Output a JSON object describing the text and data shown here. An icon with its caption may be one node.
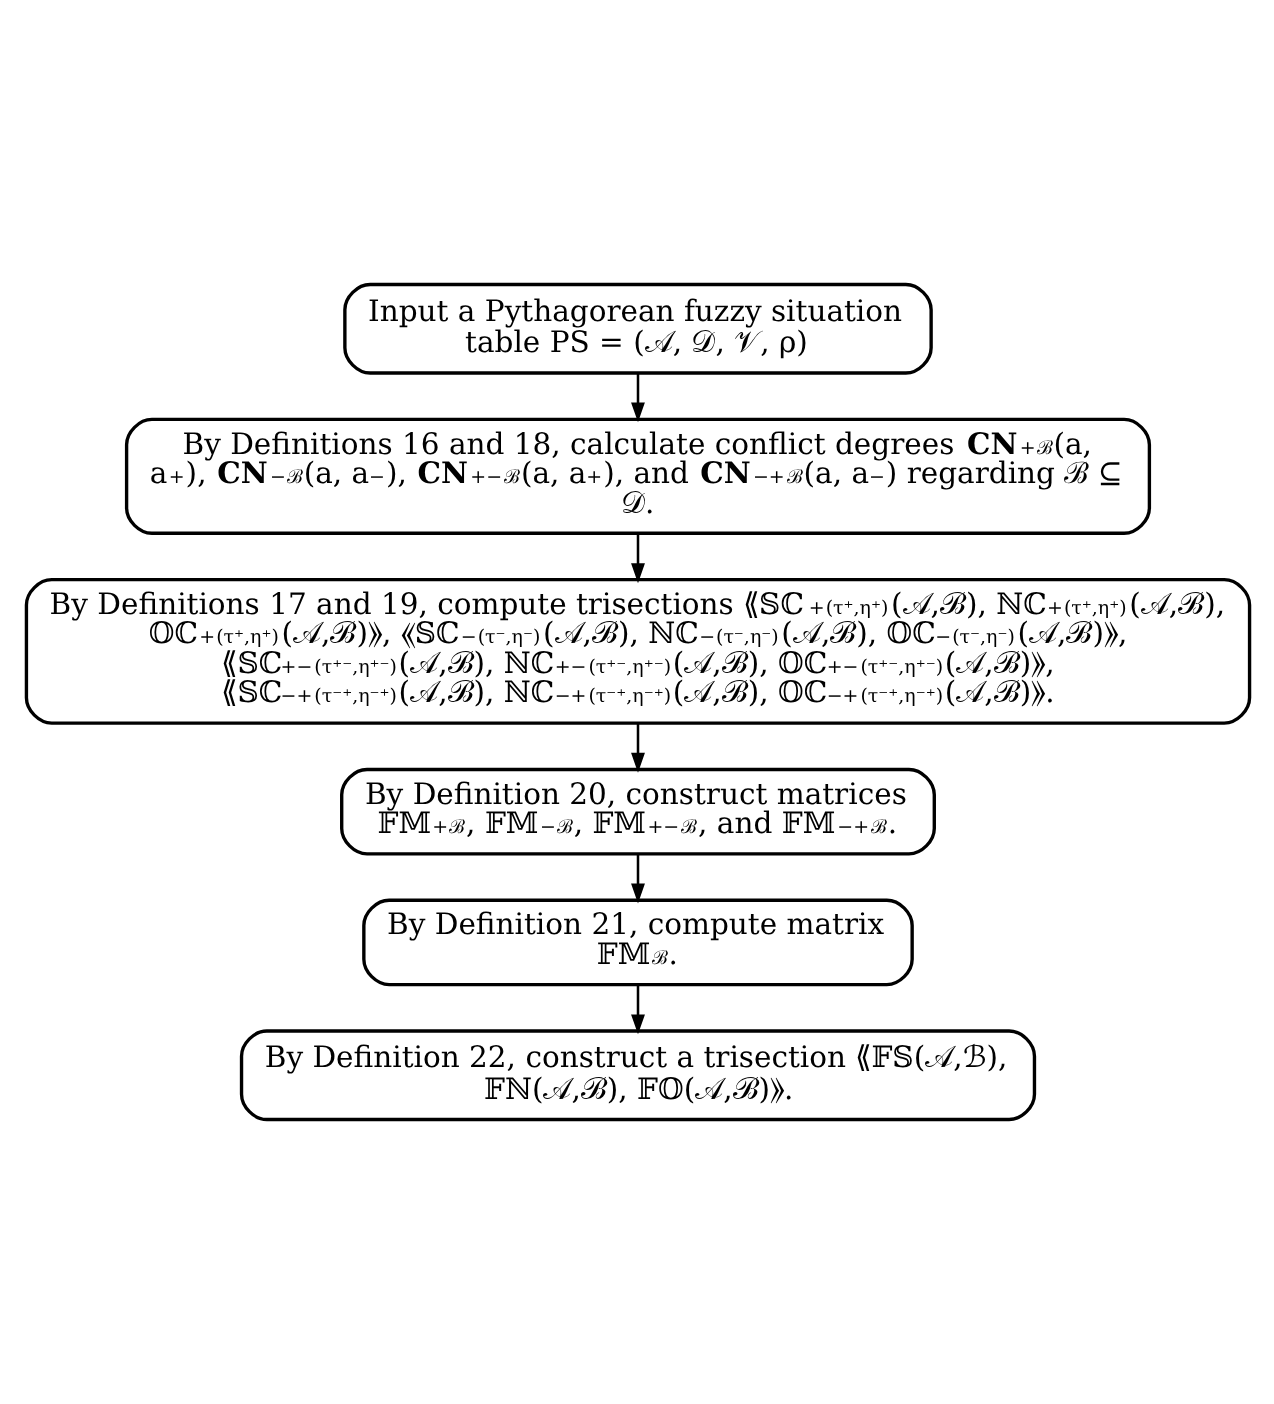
{
  "diagram": {
    "nodes": [
      {
        "text": [
          "Input a Pythagorean fuzzy situation table PS = (𝒜, 𝒟, 𝒱, ρ)"
        ]
      },
      {
        "text": [
          "By Definitions 16 and 18, calculate conflict degrees **CN**$^{+}$$_{ℬ}$(a, a$^{+}$), **CN**$^{−}$$_{ℬ}$(a, a$^{−}$), **CN**$^{+−}$$_{ℬ}$(a, a$^{+}$), and **CN**$^{−+}$$_{ℬ}$(a, a$^{−}$) regarding ℬ ⊆ 𝒟."
        ]
      },
      {
        "text": [
          "By Definitions 17 and 19, compute trisections ⟪𝕊ℂ$^{+}$$_{(τ⁺,η⁺)}$(𝒜,ℬ), ℕℂ$^{+}$$_{(τ⁺,η⁺)}$(𝒜,ℬ), 𝕆ℂ$^{+}$$_{(τ⁺,η⁺)}$(𝒜,ℬ)⟫, ⟪𝕊ℂ$^{−}$$_{(τ⁻,η⁻)}$(𝒜,ℬ), ℕℂ$^{−}$$_{(τ⁻,η⁻)}$(𝒜,ℬ), 𝕆ℂ$^{−}$$_{(τ⁻,η⁻)}$(𝒜,ℬ)⟫, ⟪𝕊ℂ$^{+−}$$_{(τ⁺⁻,η⁺⁻)}$(𝒜,ℬ), ℕℂ$^{+−}$$_{(τ⁺⁻,η⁺⁻)}$(𝒜,ℬ), 𝕆ℂ$^{+−}$$_{(τ⁺⁻,η⁺⁻)}$(𝒜,ℬ)⟫, ⟪𝕊ℂ$^{−+}$$_{(τ⁻⁺,η⁻⁺)}$(𝒜,ℬ), ℕℂ$^{−+}$$_{(τ⁻⁺,η⁻⁺)}$(𝒜,ℬ), 𝕆ℂ$^{−+}$$_{(τ⁻⁺,η⁻⁺)}$(𝒜,ℬ)⟫."
        ]
      },
      {
        "text": [
          "By Definition 20, construct matrices 𝔽𝕄$^{+}$$_{ℬ}$, 𝔽𝕄$^{−}$$_{ℬ}$, 𝔽𝕄$^{+−}$$_{ℬ}$, and 𝔽𝕄$^{−+}$$_{ℬ}$."
        ]
      },
      {
        "text": [
          "By Definition 21, compute matrix 𝔽𝕄$_{ℬ}$."
        ]
      },
      {
        "text": [
          "By Definition 22, construct a trisection ⟪𝔽𝕊(𝒜,ℬ), 𝔽ℕ(𝒜,ℬ), 𝔽𝕆(𝒜,ℬ)⟫."
        ]
      }
    ],
    "edges": [
      {
        "from": 0,
        "to": 1,
        "arrow": "to"
      },
      {
        "from": 1,
        "to": 2,
        "arrow": "to"
      },
      {
        "from": 2,
        "to": 3,
        "arrow": "to"
      },
      {
        "from": 3,
        "to": 4,
        "arrow": "to"
      },
      {
        "from": 4,
        "to": 5,
        "arrow": "to"
      }
    ]
  }
}
